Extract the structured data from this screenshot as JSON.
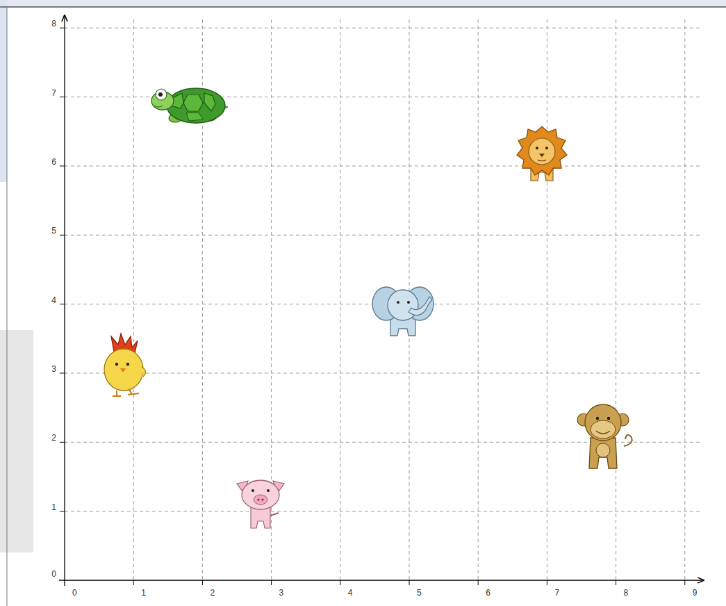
{
  "diagram": {
    "labels": [
      "8",
      "7",
      "6",
      "5",
      "4",
      "3",
      "2",
      "1",
      "0",
      "0",
      "1",
      "2",
      "3",
      "4",
      "5",
      "6",
      "7",
      "8",
      "9"
    ]
  }
}
